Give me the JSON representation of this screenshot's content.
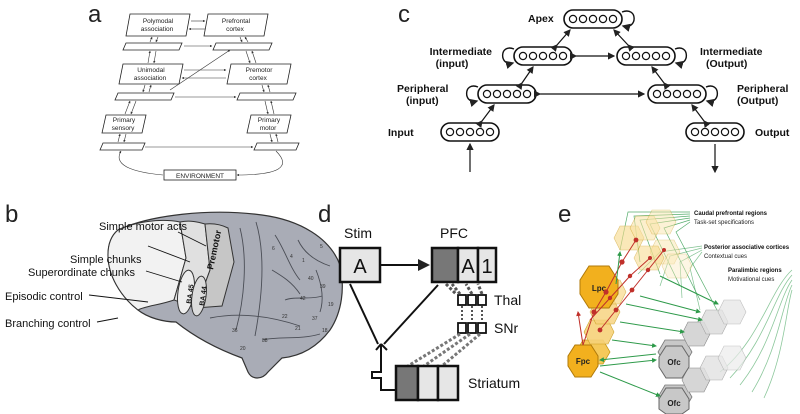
{
  "panels": {
    "a": {
      "letter": "a",
      "boxes": {
        "polymodal": [
          "Polymodal",
          "association"
        ],
        "prefrontal": [
          "Prefrontal",
          "cortex"
        ],
        "unimodal": [
          "Unimodal",
          "association"
        ],
        "premotor": [
          "Premotor",
          "cortex"
        ],
        "primary_sensory": [
          "Primary",
          "sensory"
        ],
        "primary_motor": [
          "Primary",
          "motor"
        ],
        "environment": "ENVIRONMENT"
      }
    },
    "b": {
      "letter": "b",
      "labels": {
        "simple_motor": "Simple motor acts",
        "simple_chunks": "Simple chunks",
        "superordinate": "Superordinate chunks",
        "episodic": "Episodic control",
        "branching": "Branching control",
        "premotor": "Premotor",
        "ba44": "BA 44",
        "ba45": "BA 45"
      }
    },
    "c": {
      "letter": "c",
      "labels": {
        "apex": "Apex",
        "int_input": [
          "Intermediate",
          "(input)"
        ],
        "int_output": [
          "Intermediate",
          "(Output)"
        ],
        "per_input": [
          "Peripheral",
          "(input)"
        ],
        "per_output": [
          "Peripheral",
          "(Output)"
        ],
        "input": "Input",
        "output": "Output"
      }
    },
    "d": {
      "letter": "d",
      "labels": {
        "stim": "Stim",
        "pfc": "PFC",
        "stim_value": "A",
        "pfc_value_a": "A",
        "pfc_value_1": "1",
        "thal": "Thal",
        "snr": "SNr",
        "striatum": "Striatum"
      }
    },
    "e": {
      "letter": "e",
      "labels": {
        "caudal_title": "Caudal prefrontal regions",
        "caudal_sub": "Task-set specifications",
        "posterior_title": "Posterior associative cortices",
        "posterior_sub": "Contextual cues",
        "paralimbic_title": "Paralimbic regions",
        "paralimbic_sub": "Motivational cues",
        "lpc": "Lpc",
        "fpc": "Fpc",
        "ofc1": "Ofc",
        "ofc2": "Ofc"
      }
    }
  },
  "colors": {
    "brain": "#a9acb6",
    "brain_light": "#e6e6e6",
    "pfc_dark": "#777777",
    "lpc_fill": "#f2b01e",
    "node_red": "#c0302a",
    "arrow_green": "#2e9a4a",
    "gray_node": "#c8c8c8"
  }
}
